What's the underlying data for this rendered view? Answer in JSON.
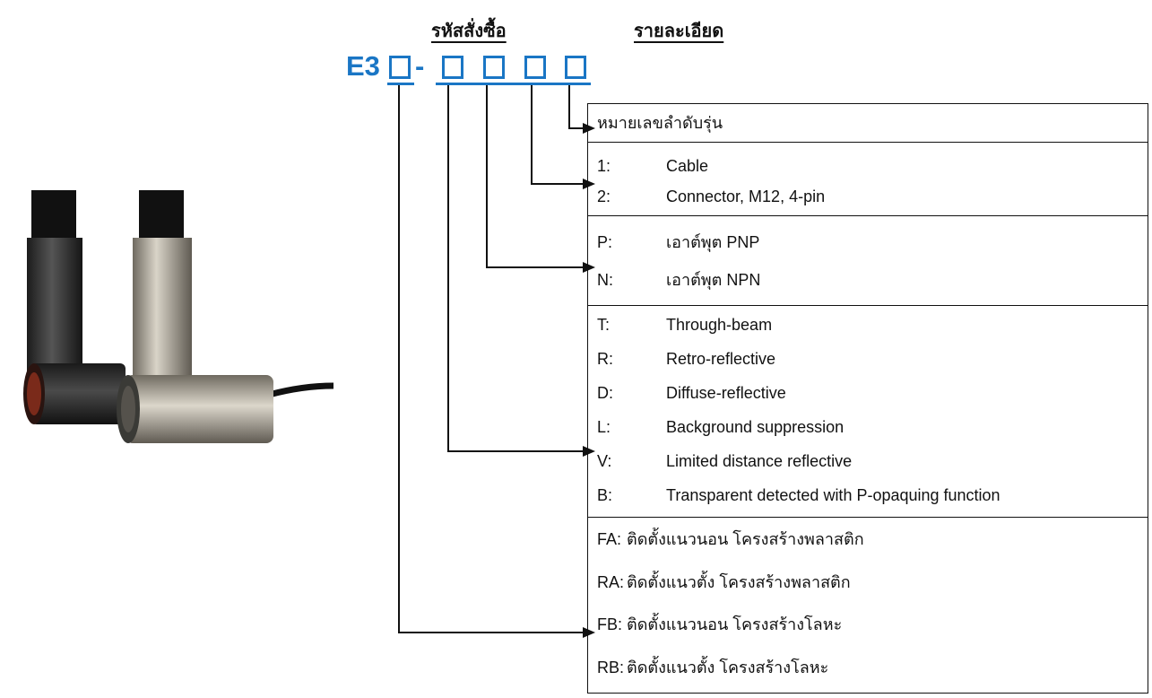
{
  "headers": {
    "code": "รหัสสั่งซื้อ",
    "description": "รายละเอียด"
  },
  "code": {
    "prefix": "E3",
    "separator": "-"
  },
  "sections": [
    {
      "items": [
        {
          "text": "หมายเลขลำดับรุ่น"
        }
      ]
    },
    {
      "items": [
        {
          "key": "1:",
          "text": "Cable"
        },
        {
          "key": "2:",
          "text": "Connector, M12, 4-pin"
        }
      ]
    },
    {
      "items": [
        {
          "key": "P:",
          "text": "เอาต์พุต PNP"
        },
        {
          "key": "N:",
          "text": "เอาต์พุต NPN"
        }
      ]
    },
    {
      "items": [
        {
          "key": "T:",
          "text": "Through-beam"
        },
        {
          "key": "R:",
          "text": "Retro-reflective"
        },
        {
          "key": "D:",
          "text": "Diffuse-reflective"
        },
        {
          "key": "L:",
          "text": "Background suppression"
        },
        {
          "key": "V:",
          "text": "Limited distance reflective"
        },
        {
          "key": "B:",
          "text": "Transparent detected with P-opaquing function"
        }
      ]
    },
    {
      "items": [
        {
          "key": "FA:",
          "text": "ติดตั้งแนวนอน โครงสร้างพลาสติก"
        },
        {
          "key": "RA:",
          "text": "ติดตั้งแนวตั้ง โครงสร้างพลาสติก"
        },
        {
          "key": "FB:",
          "text": "ติดตั้งแนวนอน โครงสร้างโลหะ"
        },
        {
          "key": "RB:",
          "text": "ติดตั้งแนวตั้ง โครงสร้างโลหะ"
        }
      ]
    }
  ],
  "colors": {
    "accent": "#1a76c5",
    "line": "#111111"
  }
}
